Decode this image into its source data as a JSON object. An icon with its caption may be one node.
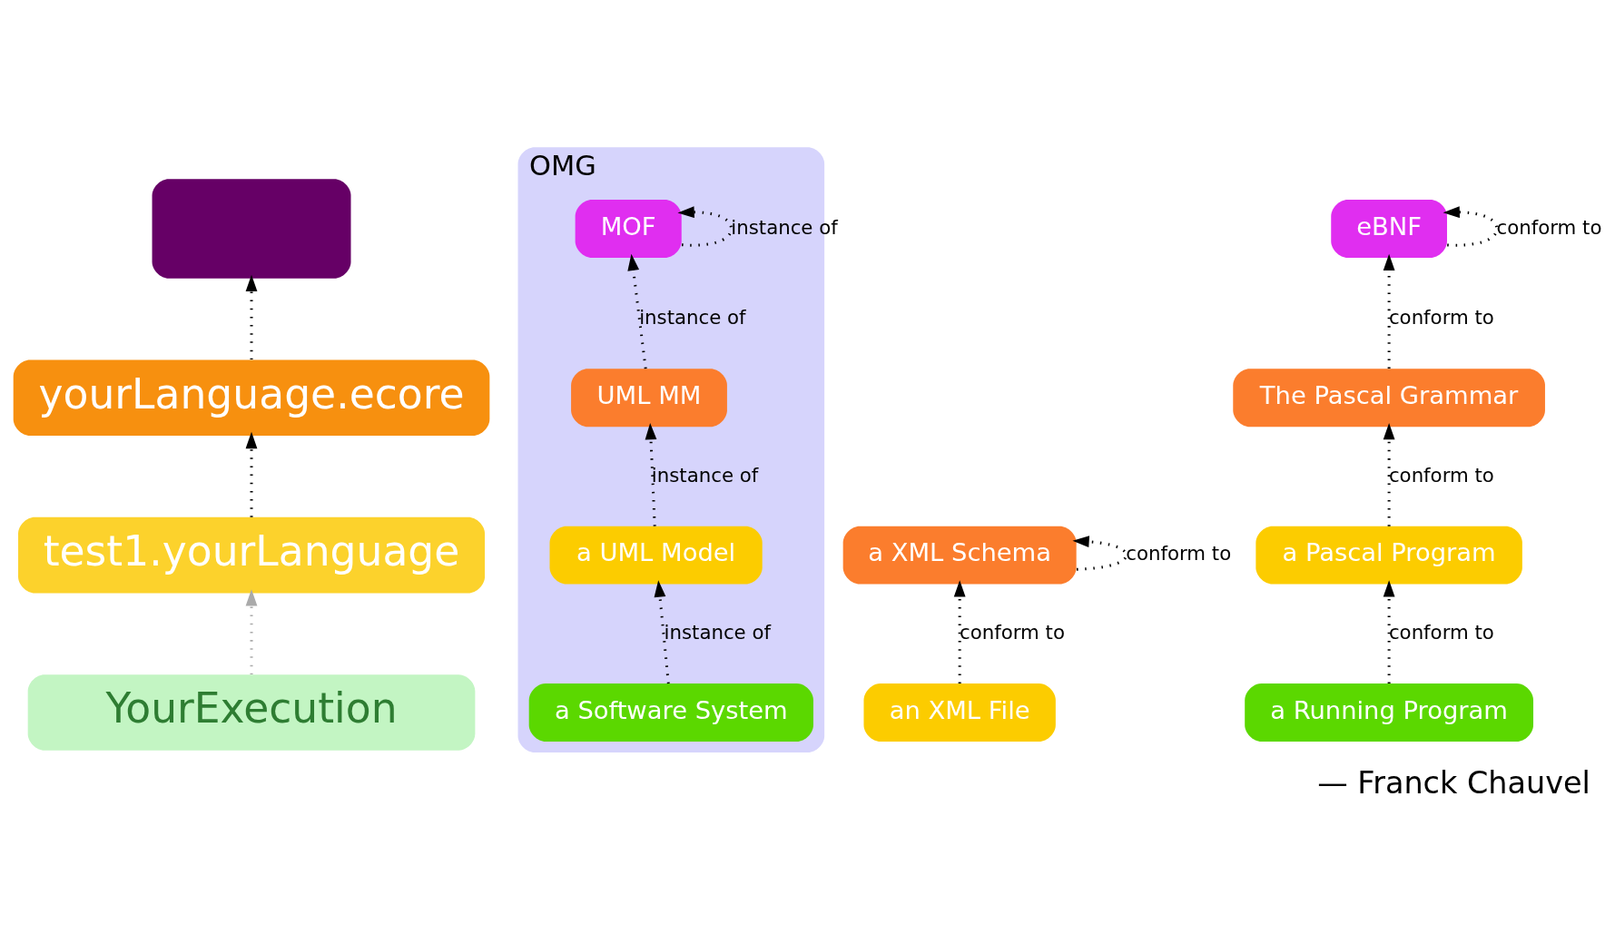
{
  "diagram": {
    "caption": "— Franck Chauvel",
    "nodes": [
      {
        "text": [],
        "shape": "box"
      },
      {
        "text": [
          "yourLanguage.ecore"
        ]
      },
      {
        "text": [
          "test1.yourLanguage"
        ]
      },
      {
        "text": [
          "YourExecution"
        ]
      },
      {
        "text": [
          "OMG"
        ]
      },
      {
        "text": [
          "MOF"
        ],
        "in": 4
      },
      {
        "text": [
          "UML MM"
        ],
        "in": 4
      },
      {
        "text": [
          "a UML Model"
        ],
        "in": 4
      },
      {
        "text": [
          "a Software System"
        ],
        "in": 4
      },
      {
        "text": [
          "a XML Schema"
        ]
      },
      {
        "text": [
          "an XML File"
        ]
      },
      {
        "text": [
          "eBNF"
        ]
      },
      {
        "text": [
          "The Pascal Grammar"
        ]
      },
      {
        "text": [
          "a Pascal Program"
        ]
      },
      {
        "text": [
          "a Running Program"
        ]
      }
    ],
    "edges": [
      {
        "from": 1,
        "to": 0,
        "arrow": "to",
        "style": "dashed"
      },
      {
        "from": 2,
        "to": 1,
        "arrow": "to",
        "style": "dashed"
      },
      {
        "from": 3,
        "to": 2,
        "arrow": "to",
        "style": "dashed",
        "color": "#aaaaaa"
      },
      {
        "from": 5,
        "to": 5,
        "arrow": "to",
        "style": "dashed",
        "label": "instance of"
      },
      {
        "from": 6,
        "to": 5,
        "arrow": "to",
        "style": "dashed",
        "label": "instance of"
      },
      {
        "from": 7,
        "to": 6,
        "arrow": "to",
        "style": "dashed",
        "label": "instance of"
      },
      {
        "from": 8,
        "to": 7,
        "arrow": "to",
        "style": "dashed",
        "label": "instance of"
      },
      {
        "from": 9,
        "to": 9,
        "arrow": "to",
        "style": "dashed",
        "label": "conform to"
      },
      {
        "from": 10,
        "to": 9,
        "arrow": "to",
        "style": "dashed",
        "label": "conform to"
      },
      {
        "from": 11,
        "to": 11,
        "arrow": "to",
        "style": "dashed",
        "label": "conform to"
      },
      {
        "from": 12,
        "to": 11,
        "arrow": "to",
        "style": "dashed",
        "label": "conform to"
      },
      {
        "from": 13,
        "to": 12,
        "arrow": "to",
        "style": "dashed",
        "label": "conform to"
      },
      {
        "from": 14,
        "to": 13,
        "arrow": "to",
        "style": "dashed",
        "label": "conform to"
      }
    ]
  }
}
